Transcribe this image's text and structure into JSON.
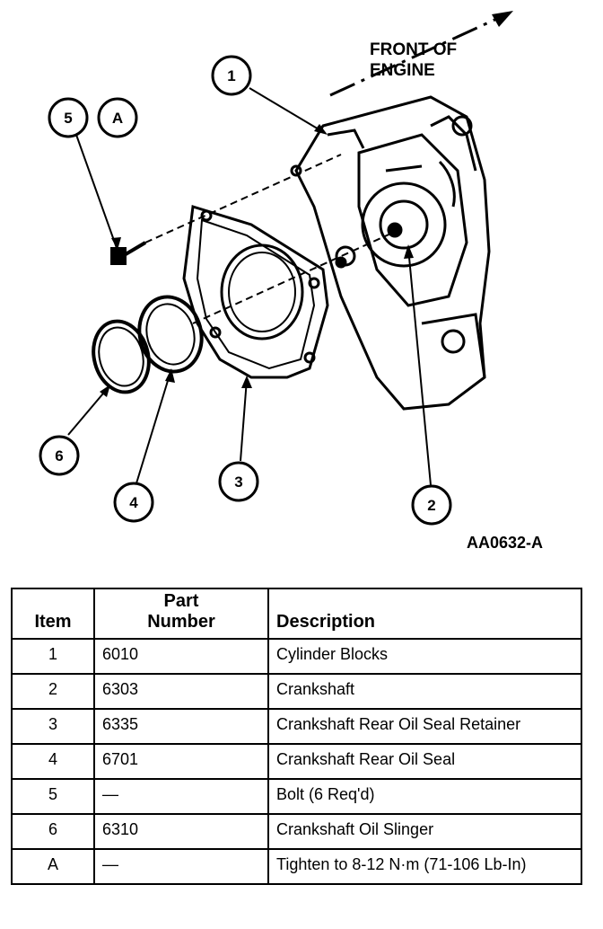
{
  "diagram": {
    "heading_line1": "FRONT OF",
    "heading_line2": "ENGINE",
    "callouts": [
      "1",
      "2",
      "3",
      "4",
      "5",
      "6",
      "A"
    ],
    "figure_id": "AA0632-A"
  },
  "table": {
    "headers": {
      "item": "Item",
      "part_line1": "Part",
      "part_line2": "Number",
      "description": "Description"
    },
    "rows": [
      {
        "item": "1",
        "part": "6010",
        "description": "Cylinder Blocks"
      },
      {
        "item": "2",
        "part": "6303",
        "description": "Crankshaft"
      },
      {
        "item": "3",
        "part": "6335",
        "description": "Crankshaft Rear Oil Seal Retainer"
      },
      {
        "item": "4",
        "part": "6701",
        "description": "Crankshaft Rear Oil Seal"
      },
      {
        "item": "5",
        "part": "—",
        "description": "Bolt (6 Req'd)"
      },
      {
        "item": "6",
        "part": "6310",
        "description": "Crankshaft Oil Slinger"
      },
      {
        "item": "A",
        "part": "—",
        "description": "Tighten to 8-12 N·m (71-106 Lb-In)"
      }
    ]
  }
}
